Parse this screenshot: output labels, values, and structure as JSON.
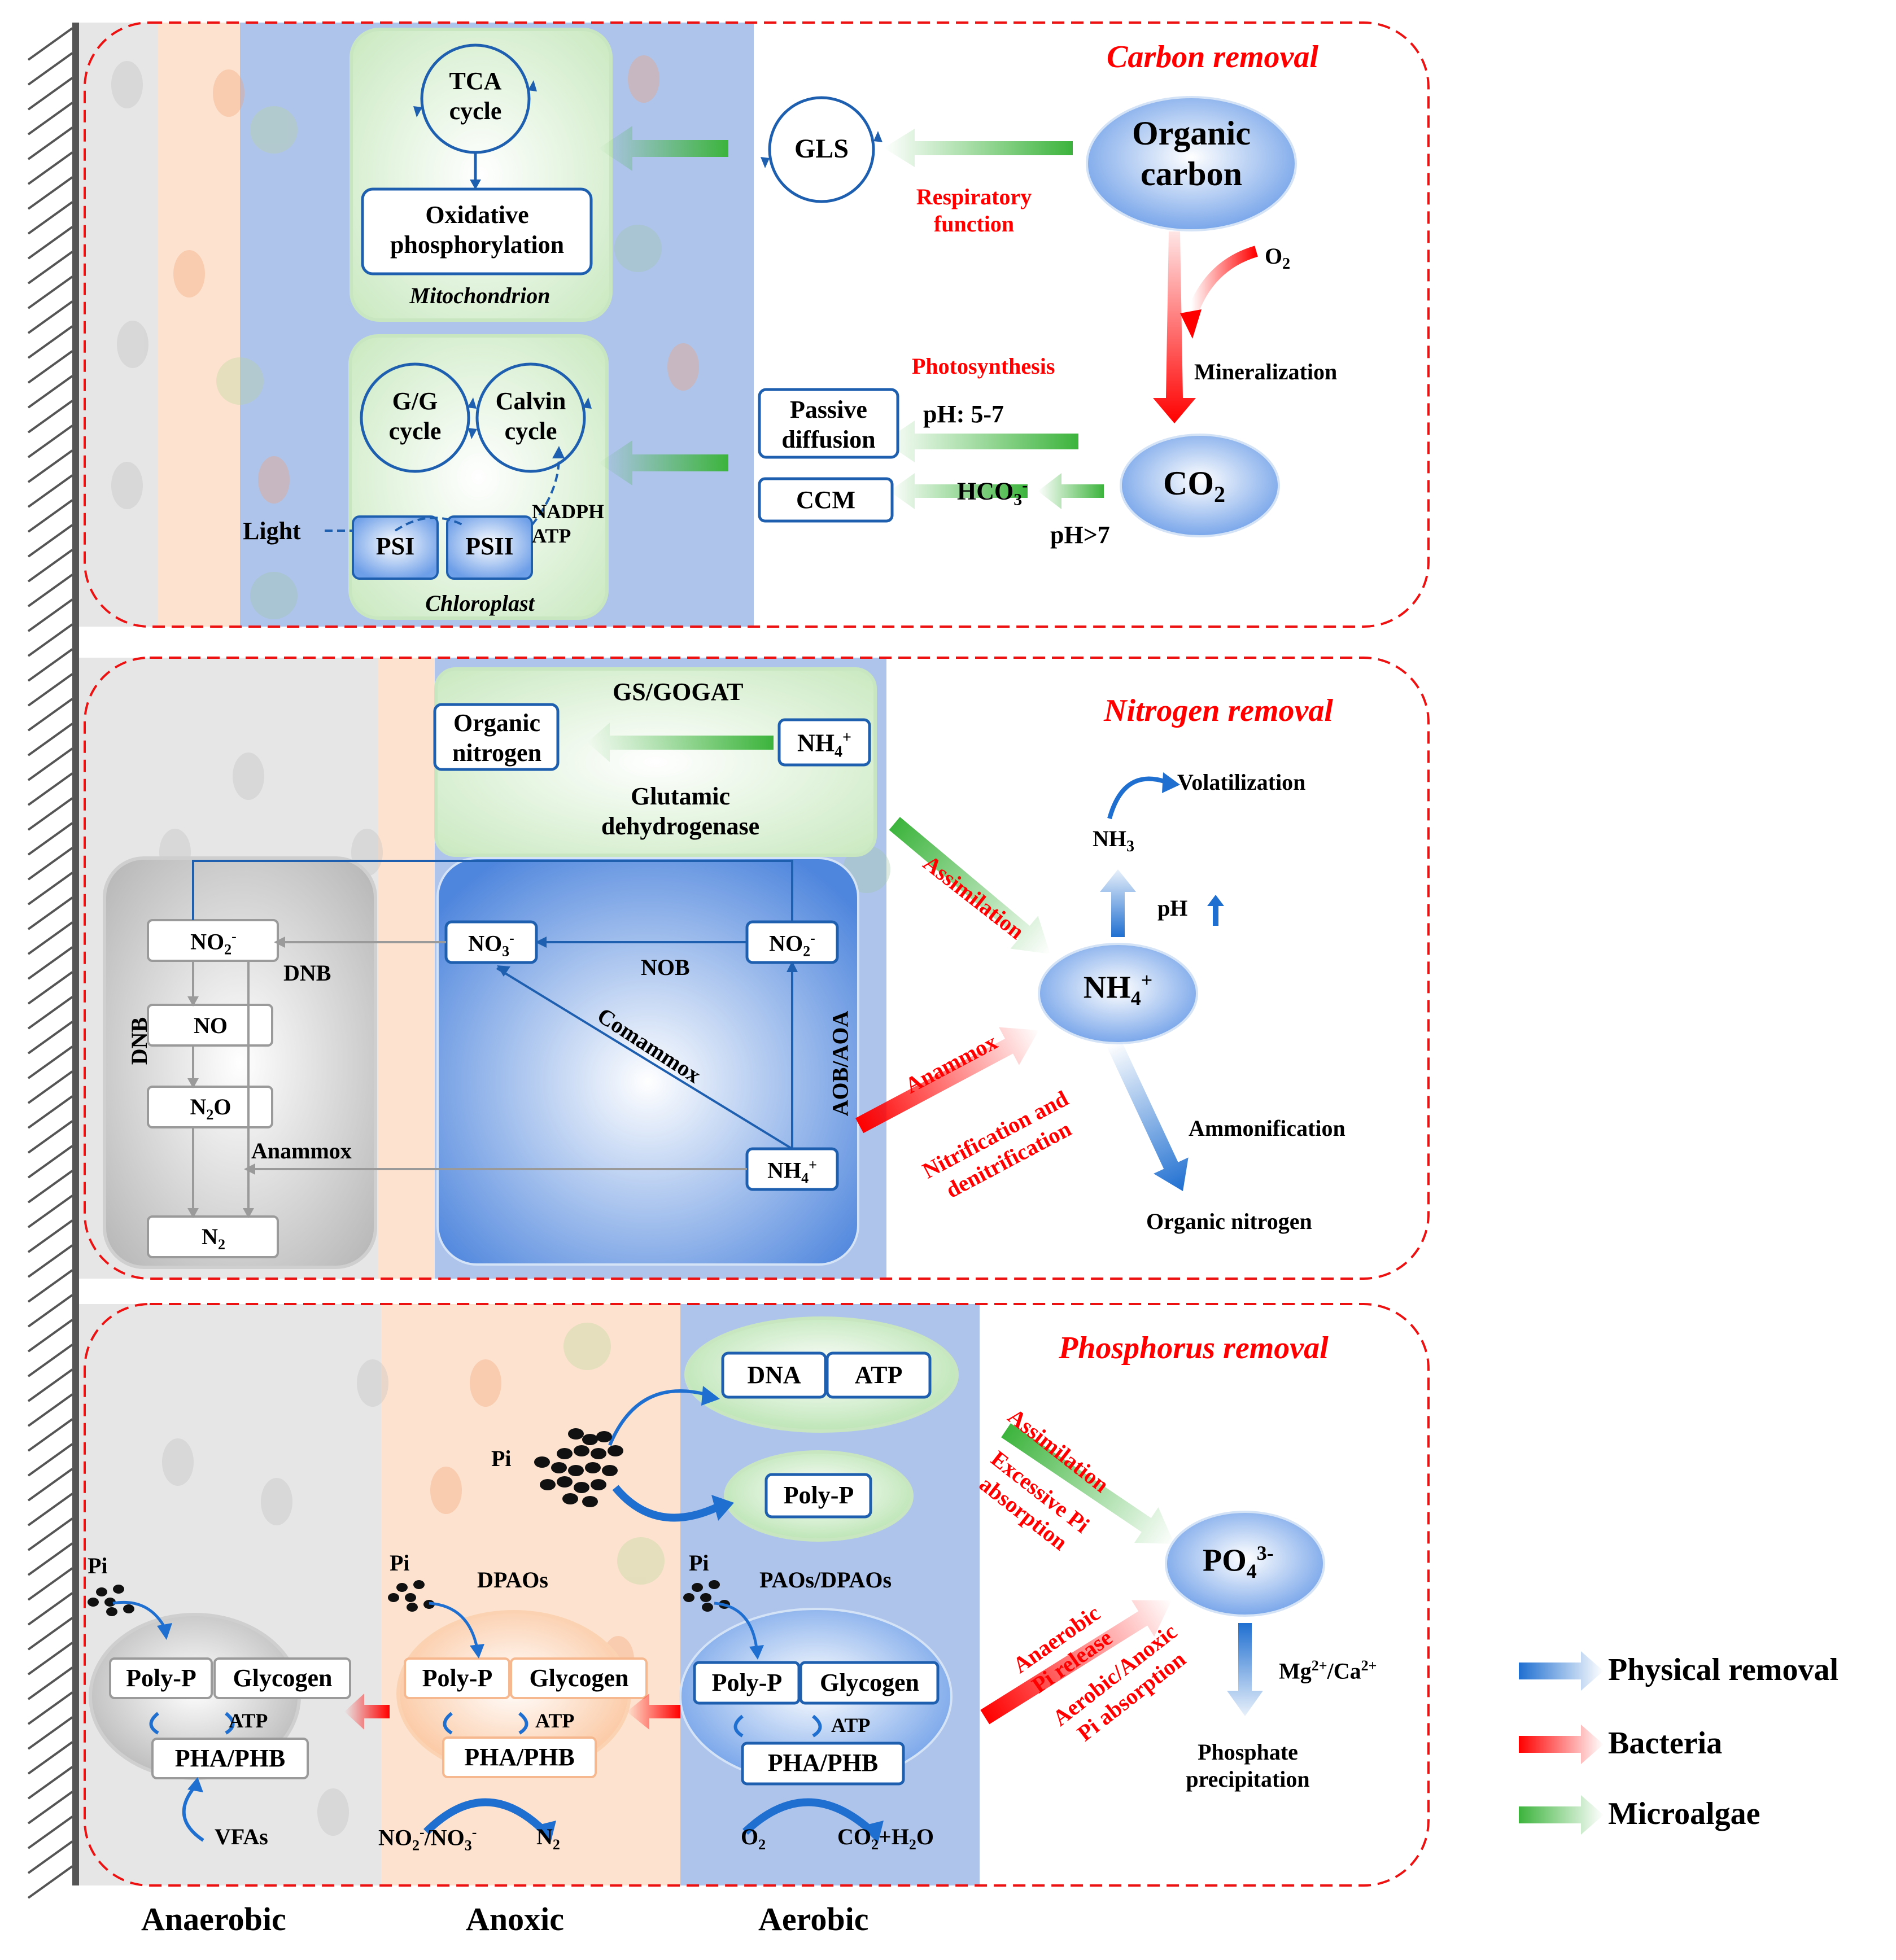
{
  "titles": {
    "carbon": "Carbon removal",
    "nitrogen": "Nitrogen removal",
    "phosphorus": "Phosphorus removal"
  },
  "zones": {
    "anaerobic": "Anaerobic",
    "anoxic": "Anoxic",
    "aerobic": "Aerobic"
  },
  "zone_colors": {
    "anaerobic": "#e6e6e6",
    "anoxic": "#fde3cf",
    "aerobic": "#afc4eb"
  },
  "colors": {
    "red_arrow": "#ff0000",
    "green_arrow": "#3cb43c",
    "blue_arrow": "#1f6fd1",
    "dashed_border": "#ee1111",
    "box_stroke": "#1f5fb0"
  },
  "carbon": {
    "tca": [
      "TCA",
      "cycle"
    ],
    "oxphos": [
      "Oxidative",
      "phosphorylation"
    ],
    "mitochondrion": "Mitochondrion",
    "gls": "GLS",
    "respiratory": [
      "Respiratory",
      "function"
    ],
    "organic_carbon": [
      "Organic",
      "carbon"
    ],
    "o2": "O",
    "o2_sub": "2",
    "mineralization": "Mineralization",
    "photosynthesis": "Photosynthesis",
    "gg_cycle": [
      "G/G",
      "cycle"
    ],
    "calvin": [
      "Calvin",
      "cycle"
    ],
    "passive": [
      "Passive",
      "diffusion"
    ],
    "ph57": "pH: 5-7",
    "ccm": "CCM",
    "hco3": "HCO",
    "hco3_sub": "3",
    "hco3_sup": "-",
    "co2": "CO",
    "co2_sub": "2",
    "ph7": "pH>7",
    "light": "Light",
    "psi": "PSI",
    "psii": "PSII",
    "nadph": "NADPH",
    "atp": "ATP",
    "chloroplast": "Chloroplast"
  },
  "nitrogen": {
    "gsgogat": "GS/GOGAT",
    "organic_n": [
      "Organic",
      "nitrogen"
    ],
    "nh4": "NH",
    "nh4_sub": "4",
    "nh4_sup": "+",
    "glutamic": [
      "Glutamic",
      "dehydrogenase"
    ],
    "volatilization": "Volatilization",
    "nh3": "NH",
    "nh3_sub": "3",
    "assimilation": "Assimilation",
    "ph_up": "pH",
    "anammox": "Anammox",
    "nitrif": [
      "Nitrification and",
      "denitrification"
    ],
    "ammonification": "Ammonification",
    "organic_nitrogen": "Organic nitrogen",
    "no2": "NO",
    "no2_sub": "2",
    "no2_sup": "-",
    "no3": "NO",
    "no3_sub": "3",
    "no3_sup": "-",
    "dnb": "DNB",
    "nob": "NOB",
    "no": "NO",
    "n2o": "N",
    "n2o_sub": "2",
    "n2o_tail": "O",
    "n2": "N",
    "n2_sub": "2",
    "comammox": "Comammox",
    "aob": "AOB/AOA"
  },
  "phosphorus": {
    "dna": "DNA",
    "atp": "ATP",
    "polyp": "Poly-P",
    "glycogen": "Glycogen",
    "phaphb": "PHA/PHB",
    "pi": "Pi",
    "assimilation": "Assimilation",
    "excessive": [
      "Excessive Pi",
      "absorption"
    ],
    "po4": "PO",
    "po4_sub": "4",
    "po4_sup": "3-",
    "anaerobic_release": [
      "Anaerobic",
      "Pi release"
    ],
    "aerobic_absorption": [
      "Aerobic/Anoxic",
      "Pi absorption"
    ],
    "mgca": "Mg",
    "mgca_sup1": "2+",
    "mgca_mid": "/Ca",
    "mgca_sup2": "2+",
    "precip": [
      "Phosphate",
      "precipitation"
    ],
    "dpaos": "DPAOs",
    "paos": "PAOs/DPAOs",
    "vfas": "VFAs",
    "no2no3": "NO",
    "no2no3_sub1": "2",
    "no2no3_sup1": "-",
    "no2no3_mid": "/NO",
    "no2no3_sub2": "3",
    "no2no3_sup2": "-",
    "n2": "N",
    "n2_sub": "2",
    "o2": "O",
    "o2_sub": "2",
    "co2h2o": "CO",
    "co2h2o_sub1": "2",
    "co2h2o_mid": "+H",
    "co2h2o_sub2": "2",
    "co2h2o_tail": "O"
  },
  "legend": {
    "physical": "Physical removal",
    "bacteria": "Bacteria",
    "microalgae": "Microalgae"
  }
}
